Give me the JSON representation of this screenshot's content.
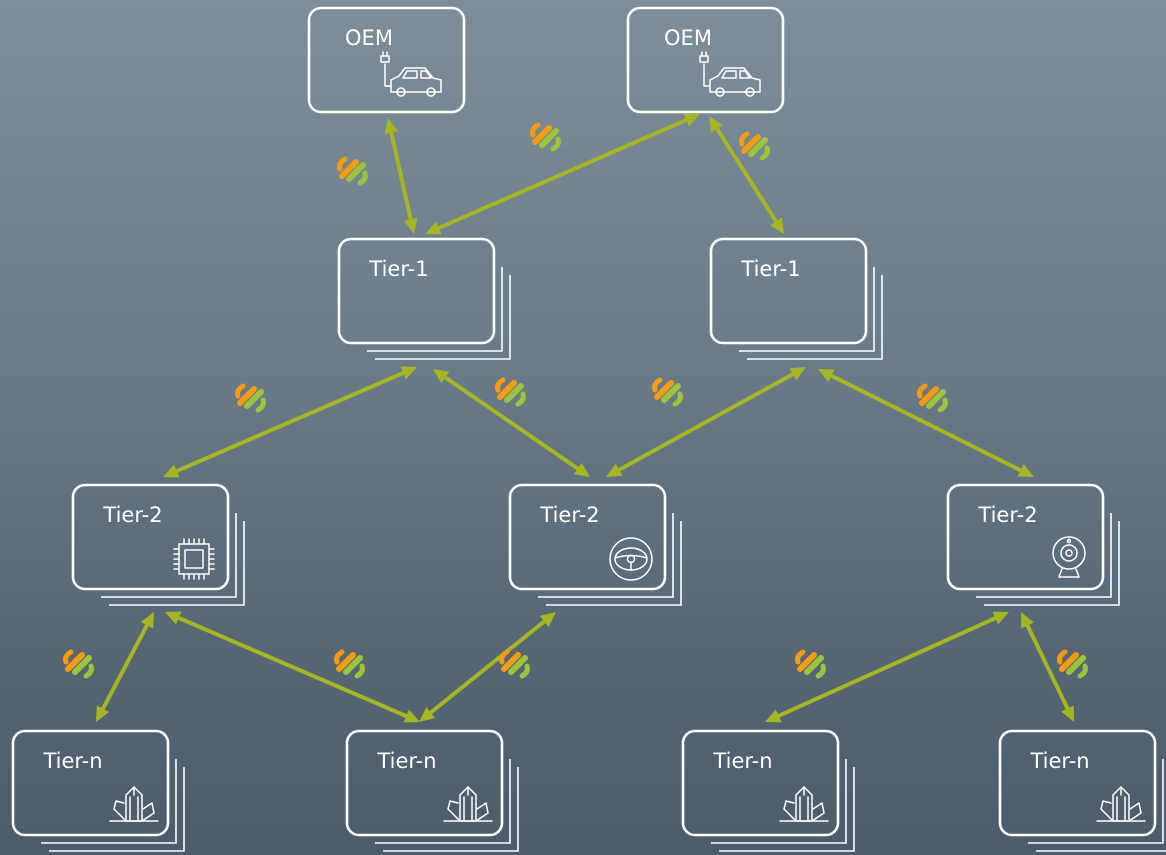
{
  "diagram": {
    "nodes": [
      {
        "id": "oem-left",
        "label": "OEM",
        "icon": "car-charging-icon"
      },
      {
        "id": "oem-right",
        "label": "OEM",
        "icon": "car-charging-icon"
      },
      {
        "id": "tier1-left",
        "label": "Tier-1",
        "icon": ""
      },
      {
        "id": "tier1-right",
        "label": "Tier-1",
        "icon": ""
      },
      {
        "id": "tier2-left",
        "label": "Tier-2",
        "icon": "chip-icon"
      },
      {
        "id": "tier2-middle",
        "label": "Tier-2",
        "icon": "steering-wheel-icon"
      },
      {
        "id": "tier2-right",
        "label": "Tier-2",
        "icon": "camera-icon"
      },
      {
        "id": "tiern-1",
        "label": "Tier-n",
        "icon": "crystal-icon"
      },
      {
        "id": "tiern-2",
        "label": "Tier-n",
        "icon": "crystal-icon"
      },
      {
        "id": "tiern-3",
        "label": "Tier-n",
        "icon": "crystal-icon"
      },
      {
        "id": "tiern-4",
        "label": "Tier-n",
        "icon": "crystal-icon"
      }
    ],
    "edges": [
      {
        "from": "oem-left",
        "to": "tier1-left",
        "badge": "orange"
      },
      {
        "from": "oem-right",
        "to": "tier1-left",
        "badge": "orange"
      },
      {
        "from": "oem-right",
        "to": "tier1-right",
        "badge": "orange"
      },
      {
        "from": "tier1-left",
        "to": "tier2-left",
        "badge": "orange"
      },
      {
        "from": "tier1-left",
        "to": "tier2-middle",
        "badge": "orange"
      },
      {
        "from": "tier1-right",
        "to": "tier2-middle",
        "badge": "orange"
      },
      {
        "from": "tier1-right",
        "to": "tier2-right",
        "badge": "orange"
      },
      {
        "from": "tier2-left",
        "to": "tiern-1",
        "badge": "orange"
      },
      {
        "from": "tier2-left",
        "to": "tiern-2",
        "badge": "orange"
      },
      {
        "from": "tier2-middle",
        "to": "tiern-2",
        "badge": "orange"
      },
      {
        "from": "tier2-right",
        "to": "tiern-3",
        "badge": "orange"
      },
      {
        "from": "tier2-right",
        "to": "tiern-4",
        "badge": "orange"
      }
    ],
    "colors": {
      "connector": "#a5b523",
      "badge_orange": "#f39c12",
      "badge_green": "#9ac43b",
      "frame": "#ffffff"
    }
  }
}
